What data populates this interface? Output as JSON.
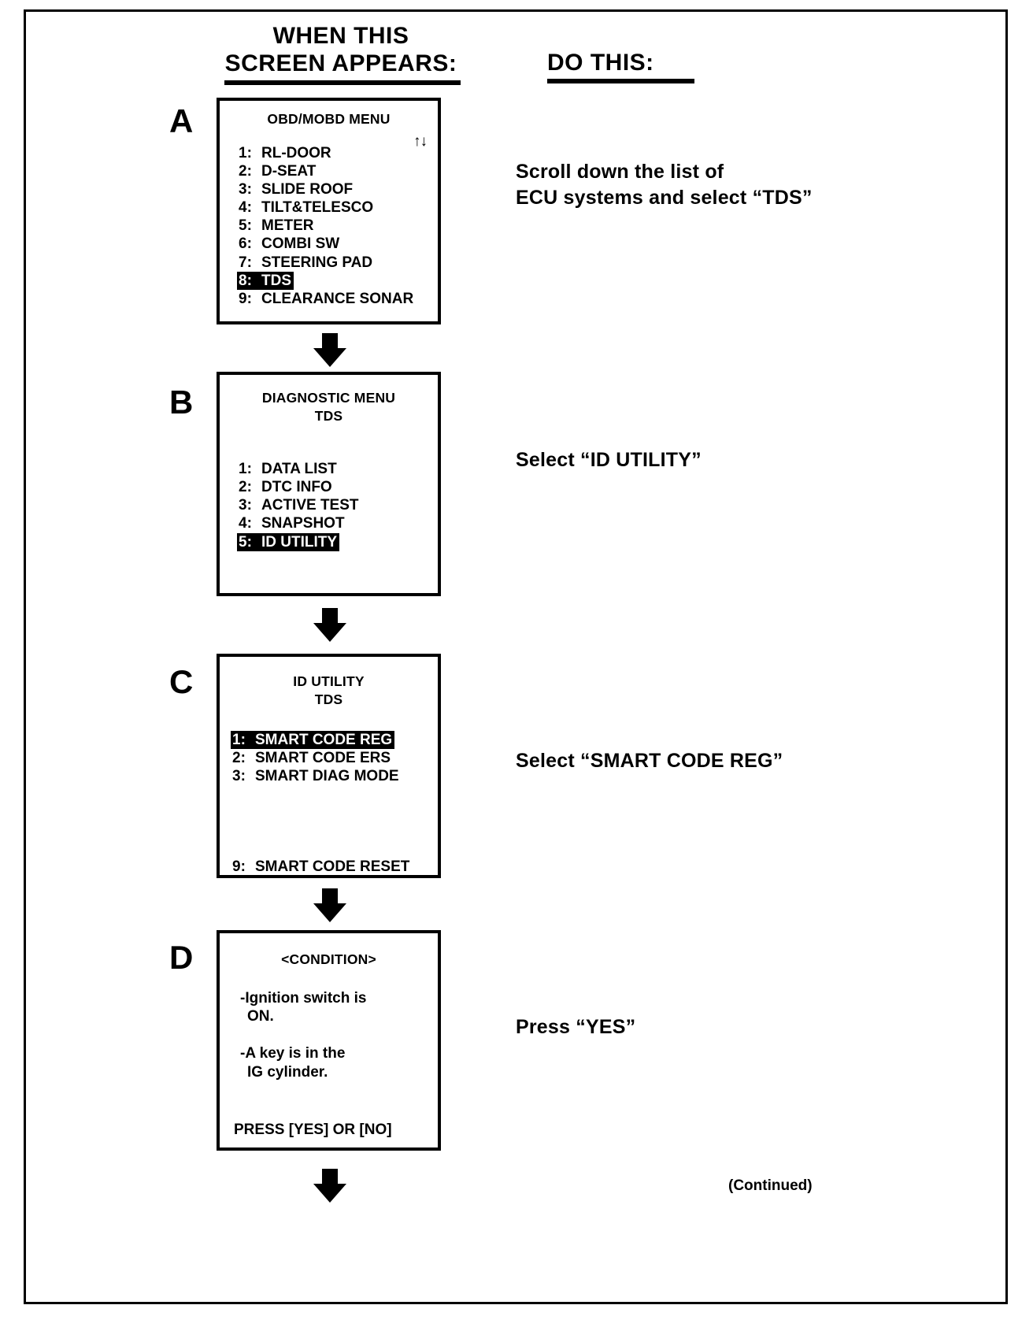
{
  "headings": {
    "left_line1": "WHEN THIS",
    "left_line2": "SCREEN APPEARS:",
    "right": "DO THIS:"
  },
  "colors": {
    "page_background": "#ffffff",
    "ink": "#000000",
    "highlight_background": "#000000",
    "highlight_text": "#ffffff"
  },
  "steps": [
    {
      "letter": "A",
      "screen": {
        "title_line1": "OBD/MOBD MENU",
        "title_line2": "",
        "scroll_indicator": "↑↓",
        "items": [
          {
            "num": "1:",
            "label": "RL-DOOR",
            "selected": false
          },
          {
            "num": "2:",
            "label": "D-SEAT",
            "selected": false
          },
          {
            "num": "3:",
            "label": "SLIDE ROOF",
            "selected": false
          },
          {
            "num": "4:",
            "label": "TILT&TELESCO",
            "selected": false
          },
          {
            "num": "5:",
            "label": "METER",
            "selected": false
          },
          {
            "num": "6:",
            "label": "COMBI SW",
            "selected": false
          },
          {
            "num": "7:",
            "label": "STEERING PAD",
            "selected": false
          },
          {
            "num": "8:",
            "label": "TDS",
            "selected": true
          },
          {
            "num": "9:",
            "label": "CLEARANCE SONAR",
            "selected": false
          }
        ]
      },
      "instruction_line1": "Scroll down the list of",
      "instruction_line2": "ECU systems and select “TDS”"
    },
    {
      "letter": "B",
      "screen": {
        "title_line1": "DIAGNOSTIC MENU",
        "title_line2": "TDS",
        "scroll_indicator": "",
        "items": [
          {
            "num": "1:",
            "label": "DATA LIST",
            "selected": false
          },
          {
            "num": "2:",
            "label": "DTC INFO",
            "selected": false
          },
          {
            "num": "3:",
            "label": "ACTIVE TEST",
            "selected": false
          },
          {
            "num": "4:",
            "label": "SNAPSHOT",
            "selected": false
          },
          {
            "num": "5:",
            "label": "ID UTILITY",
            "selected": true
          }
        ]
      },
      "instruction_line1": "Select “ID UTILITY”",
      "instruction_line2": ""
    },
    {
      "letter": "C",
      "screen": {
        "title_line1": "ID UTILITY",
        "title_line2": "TDS",
        "scroll_indicator": "",
        "items": [
          {
            "num": "1:",
            "label": "SMART CODE REG",
            "selected": true
          },
          {
            "num": "2:",
            "label": "SMART CODE ERS",
            "selected": false
          },
          {
            "num": "3:",
            "label": "SMART DIAG MODE",
            "selected": false
          }
        ],
        "footer_item": {
          "num": "9:",
          "label": "SMART CODE RESET",
          "selected": false
        }
      },
      "instruction_line1": "Select “SMART CODE REG”",
      "instruction_line2": ""
    },
    {
      "letter": "D",
      "screen": {
        "title_line1": "<CONDITION>",
        "title_line2": "",
        "scroll_indicator": "",
        "conditions": [
          {
            "line1": "-Ignition switch is",
            "line2": "ON."
          },
          {
            "line1": "-A key is in the",
            "line2": "IG cylinder."
          }
        ],
        "prompt": "PRESS [YES] OR [NO]"
      },
      "instruction_line1": "Press “YES”",
      "instruction_line2": ""
    }
  ],
  "footer": {
    "continued": "(Continued)"
  }
}
